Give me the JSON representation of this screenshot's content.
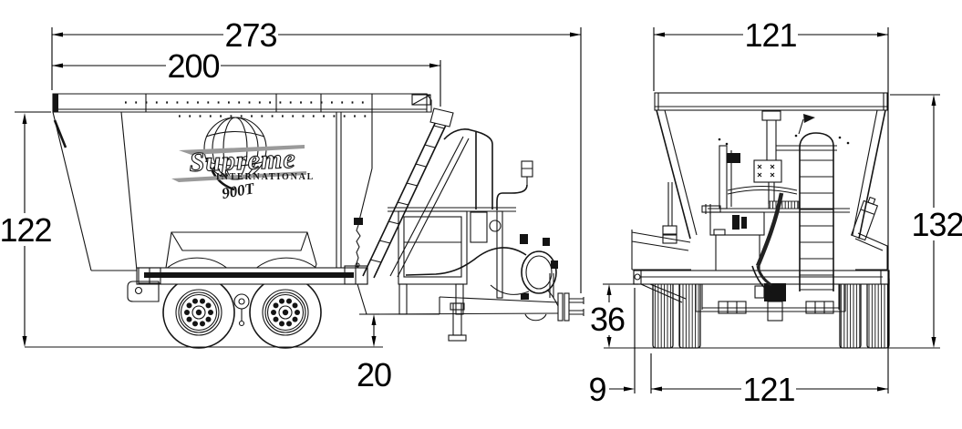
{
  "drawing": {
    "background_color": "#ffffff",
    "line_color": "#141414",
    "dim_text_color": "#000000",
    "logo": {
      "brand": "Supreme",
      "subtitle": "INTERNATIONAL",
      "model": "900T"
    },
    "side_view": {
      "dimensions": {
        "overall_length": "273",
        "body_length": "200",
        "overall_height": "122",
        "ground_clearance": "20"
      }
    },
    "rear_view": {
      "dimensions": {
        "top_width": "121",
        "overall_height": "132",
        "frame_height": "36",
        "conveyor_offset": "9",
        "track_width": "121"
      }
    }
  }
}
